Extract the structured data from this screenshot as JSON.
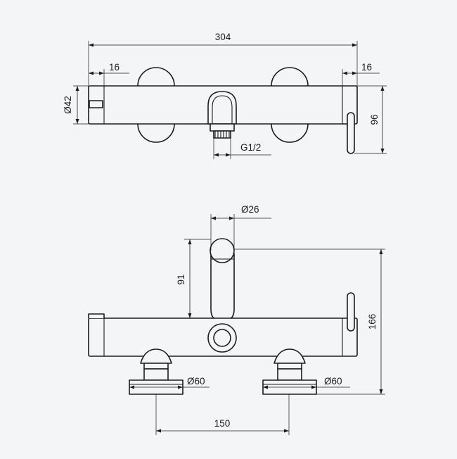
{
  "colors": {
    "background": "#f4f5f7",
    "line": "#1c1c1c"
  },
  "top_view": {
    "overall_width": "304",
    "left_handle_width": "16",
    "right_handle_width": "16",
    "body_diameter": "Ø42",
    "overall_depth": "96",
    "inlet_thread": "G1/2"
  },
  "front_view": {
    "spout_diameter": "Ø26",
    "spout_height": "91",
    "overall_height": "166",
    "left_flange_diameter": "Ø60",
    "right_flange_diameter": "Ø60",
    "center_distance": "150"
  }
}
